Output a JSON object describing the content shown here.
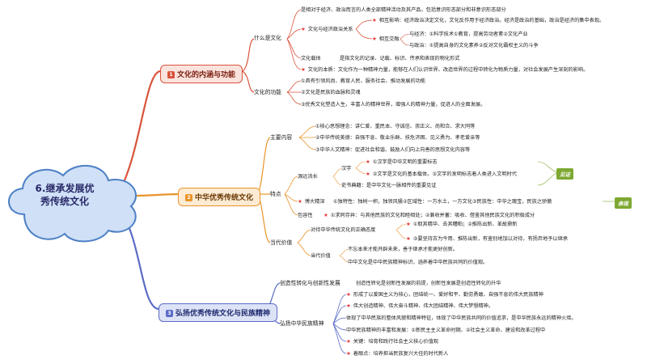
{
  "center_title": "6.继承发展优\n秀传统文化",
  "branches": [
    {
      "id": "b1",
      "title": "文化的内涵与功能",
      "icon": "1",
      "color": "#d9533b",
      "children": [
        {
          "label": "什么是文化",
          "children": [
            "是相对于经济、政治而言的人类全部精神活动及其产品。包括意识形态部分和非意识形态部分",
            "★ 相互影响：经济政治决定文化，文化反作用于经济政治。经济是政治的基础，政治是经济的集中表现。",
            "★ 文化与经济政治关系",
            "★ 相互交融",
            "与经济：①科学技术①教育，提高劳动者素②文化产业",
            "与政治：①提高自身的文化素养②反对文化霸权主义的斗争",
            "文化载体",
            "是指文化的记录、记载、标识、传承和表现的物化形式",
            "★ 文化的本质：文化作为一种精神力量，能够在人们认识世界、改造世界的过程中转化为物质力量，对社会发展产生深刻的影响。"
          ]
        },
        {
          "label": "文化的功能",
          "children": [
            "①具有引领风尚、教育人民、服务社会、推动发展的功能",
            "②文化是民族的血脉和灵魂",
            "③优秀文化塑造人生，丰富人的精神世界，增强人的精神力量，促进人的全面发展。"
          ]
        }
      ]
    },
    {
      "id": "b2",
      "title": "中华优秀传统文化",
      "icon": "2",
      "color": "#e8942a",
      "children": [
        {
          "label": "主要内容",
          "children": [
            "①核心思想理念：讲仁爱、重民本、守诚信、崇正义、尚和合、求大同等",
            "②中华传统美德：自强不息、敬业乐群、扶危济困、见义勇为、孝老爱亲等",
            "③中华人文精神：促进社会和谐、鼓励人们向上向善的思想文化内容等"
          ]
        },
        {
          "label": "特点",
          "children": [
            "源远流长",
            "汉字",
            "★ ①汉字是中华文明的重要标志",
            "★ ②文字是文化的基本载体。③文字的发明标志着人类进入文明时代",
            "史书典籍：是中华文化一脉相传的重要见证",
            "★ 博大精深",
            "①独特性：独树一帜，独领风骚②区域性：一方水土，一方文化③民族性：中华之瑰宝，民族之骄傲",
            "包容性",
            "★ ①求同存异：与其他民族的文化和睦相处；②兼收并蓄：吸收、借鉴其他民族文化的积极成分"
          ]
        },
        {
          "label": "当代价值",
          "children": [
            "对待中华传统文化的正确态度",
            "★ ①取其精华、去其糟粕；②推陈出新、革故鼎新",
            "★ ③要坚持古为今用、推陈出新，有鉴别地加以对待，有扬弃地予以继承",
            "不忘本来才能开辟未来，善于继承才能更好创新。",
            "当代价值",
            "中华文化是中华民族精神标识，涵养着中华民族共同的价值观。"
          ]
        }
      ]
    },
    {
      "id": "b3",
      "title": "弘扬优秀传统文化与民族精神",
      "icon": "3",
      "color": "#5b6cc7",
      "children": [
        {
          "label": "创造性转化与创新性发展",
          "children": [
            "创造性转化是创新性发展的前提，创新性发展是创造性转化的升华"
          ]
        },
        {
          "label": "弘扬中华民族精神",
          "children": [
            "★ 形成了以爱国主义为核心，团结统一、爱好和平、勤劳勇敢、自强不息的伟大民族精神",
            "★ 伟大创造精神、伟大奋斗精神、伟大团结精神、伟大梦想精神。",
            "体现了中华民族的整体风貌和精神特征，体现了中华民族共同的价值追求，是中华民族永远的精神火炬。",
            "中华民族精神的丰富和发展：①新民主主义革命时期、②社会主义革命、建设和改革过程中",
            "★ 关键：培育和践行社会主义核心价值观",
            "★ 着眼点：培养担当民族复兴大任的时代新人"
          ]
        }
      ]
    }
  ],
  "tags": [
    {
      "text": "见证",
      "color": "#7ea832"
    },
    {
      "text": "表现",
      "color": "#7ea832"
    }
  ]
}
